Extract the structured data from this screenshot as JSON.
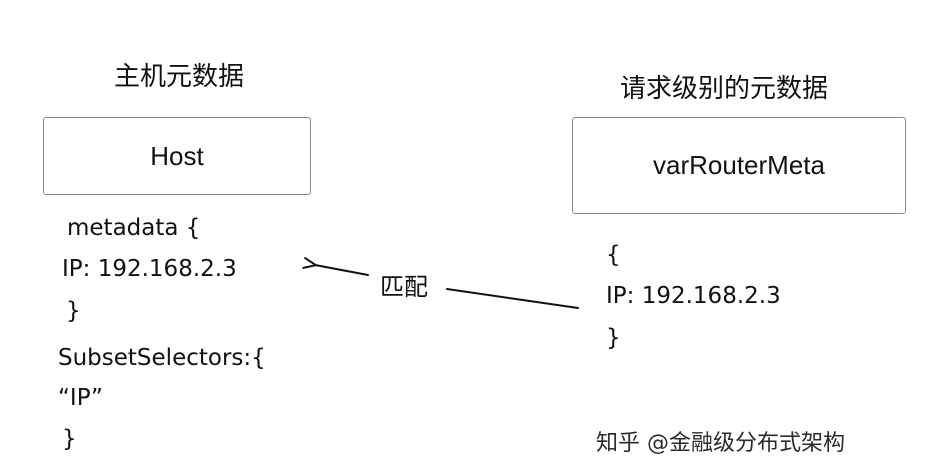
{
  "left": {
    "heading": "主机元数据",
    "box_label": "Host",
    "lines": [
      "metadata {",
      "IP: 192.168.2.3",
      "}",
      "SubsetSelectors:{",
      "“IP”",
      "}"
    ]
  },
  "right": {
    "heading": "请求级别的元数据",
    "box_label": "varRouterMeta",
    "lines": [
      "{",
      "IP: 192.168.2.3",
      "}"
    ]
  },
  "connector": {
    "label": "匹配"
  },
  "watermark": "知乎 @金融级分布式架构"
}
